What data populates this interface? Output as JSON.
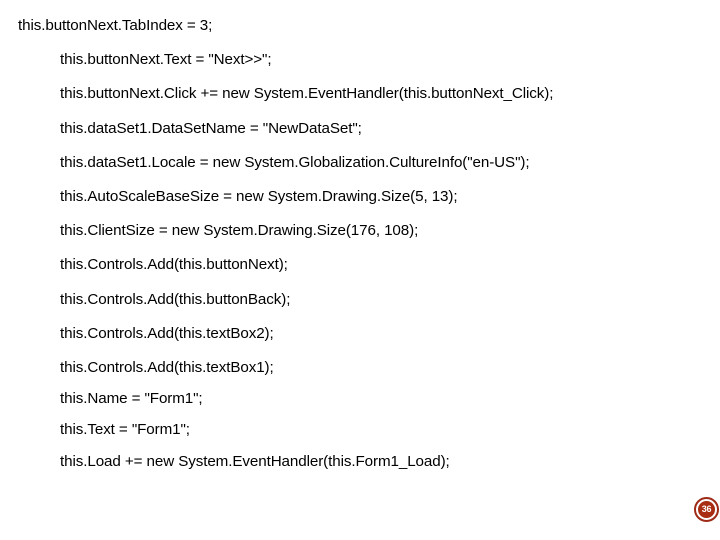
{
  "slide": {
    "background_color": "#ffffff",
    "text_color": "#000000",
    "page_number": "36",
    "badge_color": "#a82d12",
    "badge_ring_color": "#9e2a18"
  },
  "code": {
    "lines": [
      {
        "text": "this.buttonNext.TabIndex = 3;",
        "indent": "flush"
      },
      {
        "text": "this.buttonNext.Text = \"Next>>\";",
        "indent": "tab"
      },
      {
        "text": "this.buttonNext.Click += new System.EventHandler(this.buttonNext_Click);",
        "indent": "tab"
      },
      {
        "text": "this.dataSet1.DataSetName = \"NewDataSet\";",
        "indent": "tab"
      },
      {
        "text": "this.dataSet1.Locale = new System.Globalization.CultureInfo(\"en-US\");",
        "indent": "tab"
      },
      {
        "text": "this.AutoScaleBaseSize = new System.Drawing.Size(5, 13);",
        "indent": "tab"
      },
      {
        "text": "this.ClientSize = new System.Drawing.Size(176, 108);",
        "indent": "tab"
      },
      {
        "text": "this.Controls.Add(this.buttonNext);",
        "indent": "tab"
      },
      {
        "text": "this.Controls.Add(this.buttonBack);",
        "indent": "tab"
      },
      {
        "text": "this.Controls.Add(this.textBox2);",
        "indent": "tab"
      },
      {
        "text": "this.Controls.Add(this.textBox1);",
        "indent": "tab"
      },
      {
        "text": "this.Name = \"Form1\";",
        "indent": "tab"
      },
      {
        "text": "this.Text = \"Form1\";",
        "indent": "tab"
      },
      {
        "text": "this.Load += new System.EventHandler(this.Form1_Load);",
        "indent": "tab"
      }
    ]
  }
}
